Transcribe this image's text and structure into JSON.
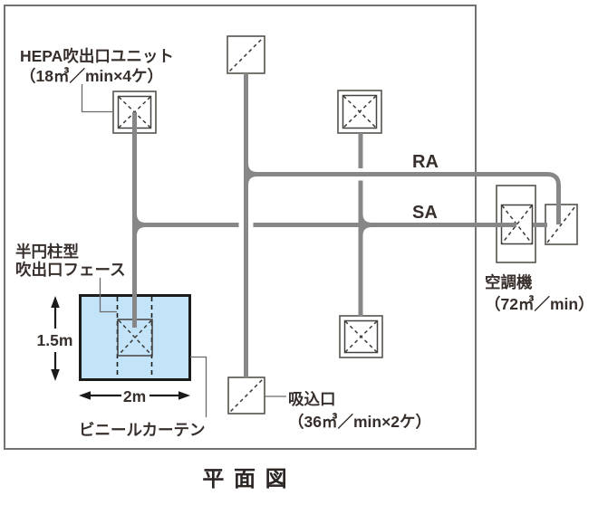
{
  "diagram": {
    "title": "平 面 図",
    "hepa_outlet": {
      "name": "HEPA吹出口ユニット",
      "spec": "（18㎥／min×4ケ）"
    },
    "outlet_face": {
      "name_line1": "半円柱型",
      "name_line2": "吹出口フェース"
    },
    "vinyl_curtain": {
      "label": "ビニールカーテン",
      "height": "1.5m",
      "width": "2m"
    },
    "suction_inlet": {
      "name": "吸込口",
      "spec": "（36㎥／min×2ケ）"
    },
    "air_conditioner": {
      "name": "空調機",
      "spec": "（72㎥／min）"
    },
    "ducts": {
      "return_air": "RA",
      "supply_air": "SA"
    }
  },
  "colors": {
    "outlet_green": "#cfe5c3",
    "inlet_pink": "#f3bac1",
    "ac_blue": "#8ec7ea",
    "curtain_blue": "#c3e4f8",
    "duct_gray": "#878787",
    "text": "#372f2b"
  }
}
